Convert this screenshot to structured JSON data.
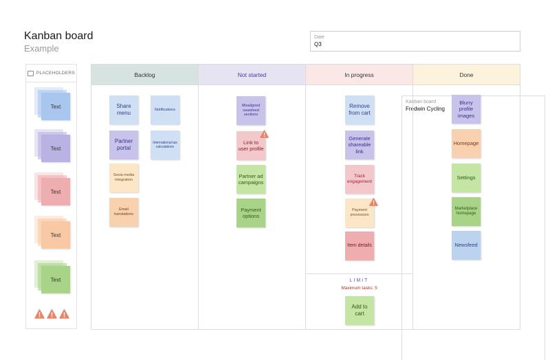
{
  "header": {
    "title": "Kanban board",
    "subtitle": "Example"
  },
  "meta": {
    "board_label": "Kanban board",
    "board_value": "Fredwin Cycling",
    "date_label": "Date",
    "date_value": "Q3"
  },
  "palette": {
    "title": "PLACEHOLDERS",
    "stacks": [
      {
        "label": "Text",
        "color": "#a8c6ee"
      },
      {
        "label": "Text",
        "color": "#b9b3e3"
      },
      {
        "label": "Text",
        "color": "#eeaeb0"
      },
      {
        "label": "Text",
        "color": "#f8c9a4"
      },
      {
        "label": "Text",
        "color": "#a9d488"
      }
    ],
    "warning_icons": [
      "warning-icon",
      "warning-icon",
      "warning-icon"
    ]
  },
  "columns": [
    {
      "title": "Backlog",
      "header_color": "#d6e3e0",
      "title_color": "#333333"
    },
    {
      "title": "Not started",
      "header_color": "#e6e3f2",
      "title_color": "#4b3aa3"
    },
    {
      "title": "In progress",
      "header_color": "#fbe8e6",
      "title_color": "#333333"
    },
    {
      "title": "Done",
      "header_color": "#fdf3dc",
      "title_color": "#333333"
    }
  ],
  "cards": {
    "backlog": [
      {
        "text": "Share menu",
        "color": "blue-light",
        "text_color": "#2f3f86"
      },
      {
        "text": "Notifications",
        "color": "blue-light",
        "text_color": "#2f3f86"
      },
      {
        "text": "Partner portal",
        "color": "purple",
        "text_color": "#3c2f8c"
      },
      {
        "text": "International tax calculations",
        "color": "blue-light",
        "text_color": "#2f3f86"
      },
      {
        "text": "Socia media integration",
        "color": "cream",
        "text_color": "#7a4a1a"
      },
      {
        "text": "Email translations",
        "color": "peach",
        "text_color": "#7a3a10"
      }
    ],
    "not_started": [
      {
        "text": "Misaligned newsfeed sections",
        "color": "purple",
        "text_color": "#3c2f8c"
      },
      {
        "text": "Link to user profile",
        "color": "pink",
        "text_color": "#8a1f2b"
      },
      {
        "text": "Partner ad campaigns",
        "color": "green",
        "text_color": "#2f5a14"
      },
      {
        "text": "Payment options",
        "color": "green-dark",
        "text_color": "#2f5a14"
      }
    ],
    "in_progress": [
      {
        "text": "Remove from cart",
        "color": "blue-light",
        "text_color": "#2f3f86"
      },
      {
        "text": "Generate shareable link",
        "color": "purple",
        "text_color": "#3c2f8c"
      },
      {
        "text": "Track engagement",
        "color": "pink",
        "text_color": "#a2204a"
      },
      {
        "text": "Payment processors",
        "color": "cream",
        "text_color": "#7a4a1a"
      },
      {
        "text": "Item details",
        "color": "salmon",
        "text_color": "#7a1a1f"
      }
    ],
    "done": [
      {
        "text": "Blurry profile images",
        "color": "purple",
        "text_color": "#3c2f8c"
      },
      {
        "text": "Homepage",
        "color": "peach",
        "text_color": "#7a3a10"
      },
      {
        "text": "Settings",
        "color": "green",
        "text_color": "#2f5a14"
      },
      {
        "text": "Marketplace homepage",
        "color": "green-dark",
        "text_color": "#2f5a14"
      },
      {
        "text": "Newsfeed",
        "color": "blue",
        "text_color": "#2f3f86"
      }
    ]
  },
  "limit": {
    "label": "LIMIT",
    "max_text": "Maximum tasks:  5",
    "card_text": "Add to cart"
  },
  "colors": {
    "warning": "#e98468"
  }
}
